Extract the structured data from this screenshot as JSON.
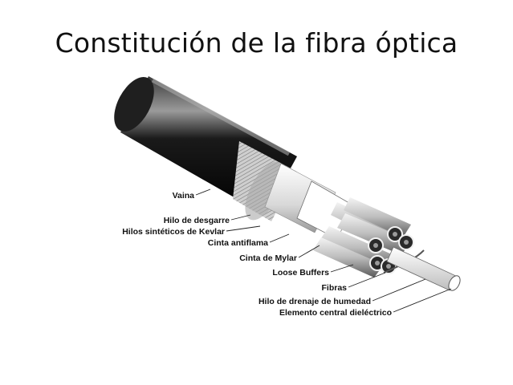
{
  "slide": {
    "title": "Constitución de la fibra óptica"
  },
  "diagram": {
    "labels": {
      "vaina": "Vaina",
      "hilo_desgarre": "Hilo de desgarre",
      "hilos_kevlar": "Hilos sintéticos de Kevlar",
      "cinta_antiflama": "Cinta antiflama",
      "cinta_mylar": "Cinta de Mylar",
      "loose_buffers": "Loose Buffers",
      "fibras": "Fibras",
      "hilo_drenaje": "Hilo de drenaje de humedad",
      "elemento_central": "Elemento central dieléctrico"
    },
    "colors": {
      "jacket": "#0d0d0d",
      "kevlar": "#bfbfbf",
      "tape": "#f2f2f2",
      "buffer": "#d9d9d9",
      "core": "#f5f5f5",
      "leader": "#222222"
    }
  }
}
